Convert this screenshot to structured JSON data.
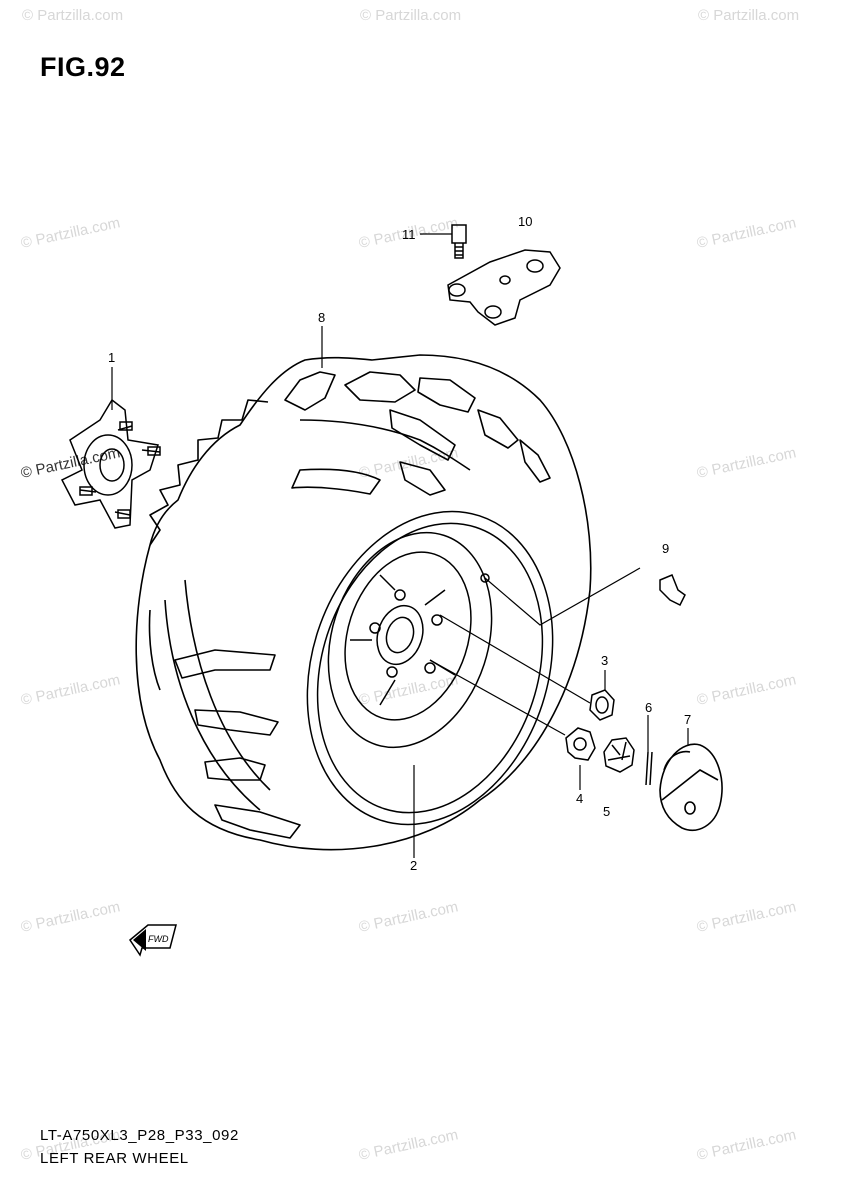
{
  "figure": {
    "title": "FIG.92",
    "model_code": "LT-A750XL3_P28_P33_092",
    "caption": "LEFT REAR WHEEL"
  },
  "watermark": "© Partzilla.com",
  "direction_arrow": {
    "label": "FWD",
    "icon": "forward-arrow-icon"
  },
  "callouts": [
    {
      "id": 1,
      "label": "1",
      "part": "hub"
    },
    {
      "id": 2,
      "label": "2",
      "part": "rim"
    },
    {
      "id": 3,
      "label": "3",
      "part": "wheel-nut"
    },
    {
      "id": 4,
      "label": "4",
      "part": "washer"
    },
    {
      "id": 5,
      "label": "5",
      "part": "castle-nut"
    },
    {
      "id": 6,
      "label": "6",
      "part": "cotter-pin"
    },
    {
      "id": 7,
      "label": "7",
      "part": "hub-cap"
    },
    {
      "id": 8,
      "label": "8",
      "part": "tire"
    },
    {
      "id": 9,
      "label": "9",
      "part": "valve"
    },
    {
      "id": 10,
      "label": "10",
      "part": "bracket"
    },
    {
      "id": 11,
      "label": "11",
      "part": "bolt"
    }
  ],
  "colors": {
    "line": "#000000",
    "watermark": "#d7d7d7"
  }
}
